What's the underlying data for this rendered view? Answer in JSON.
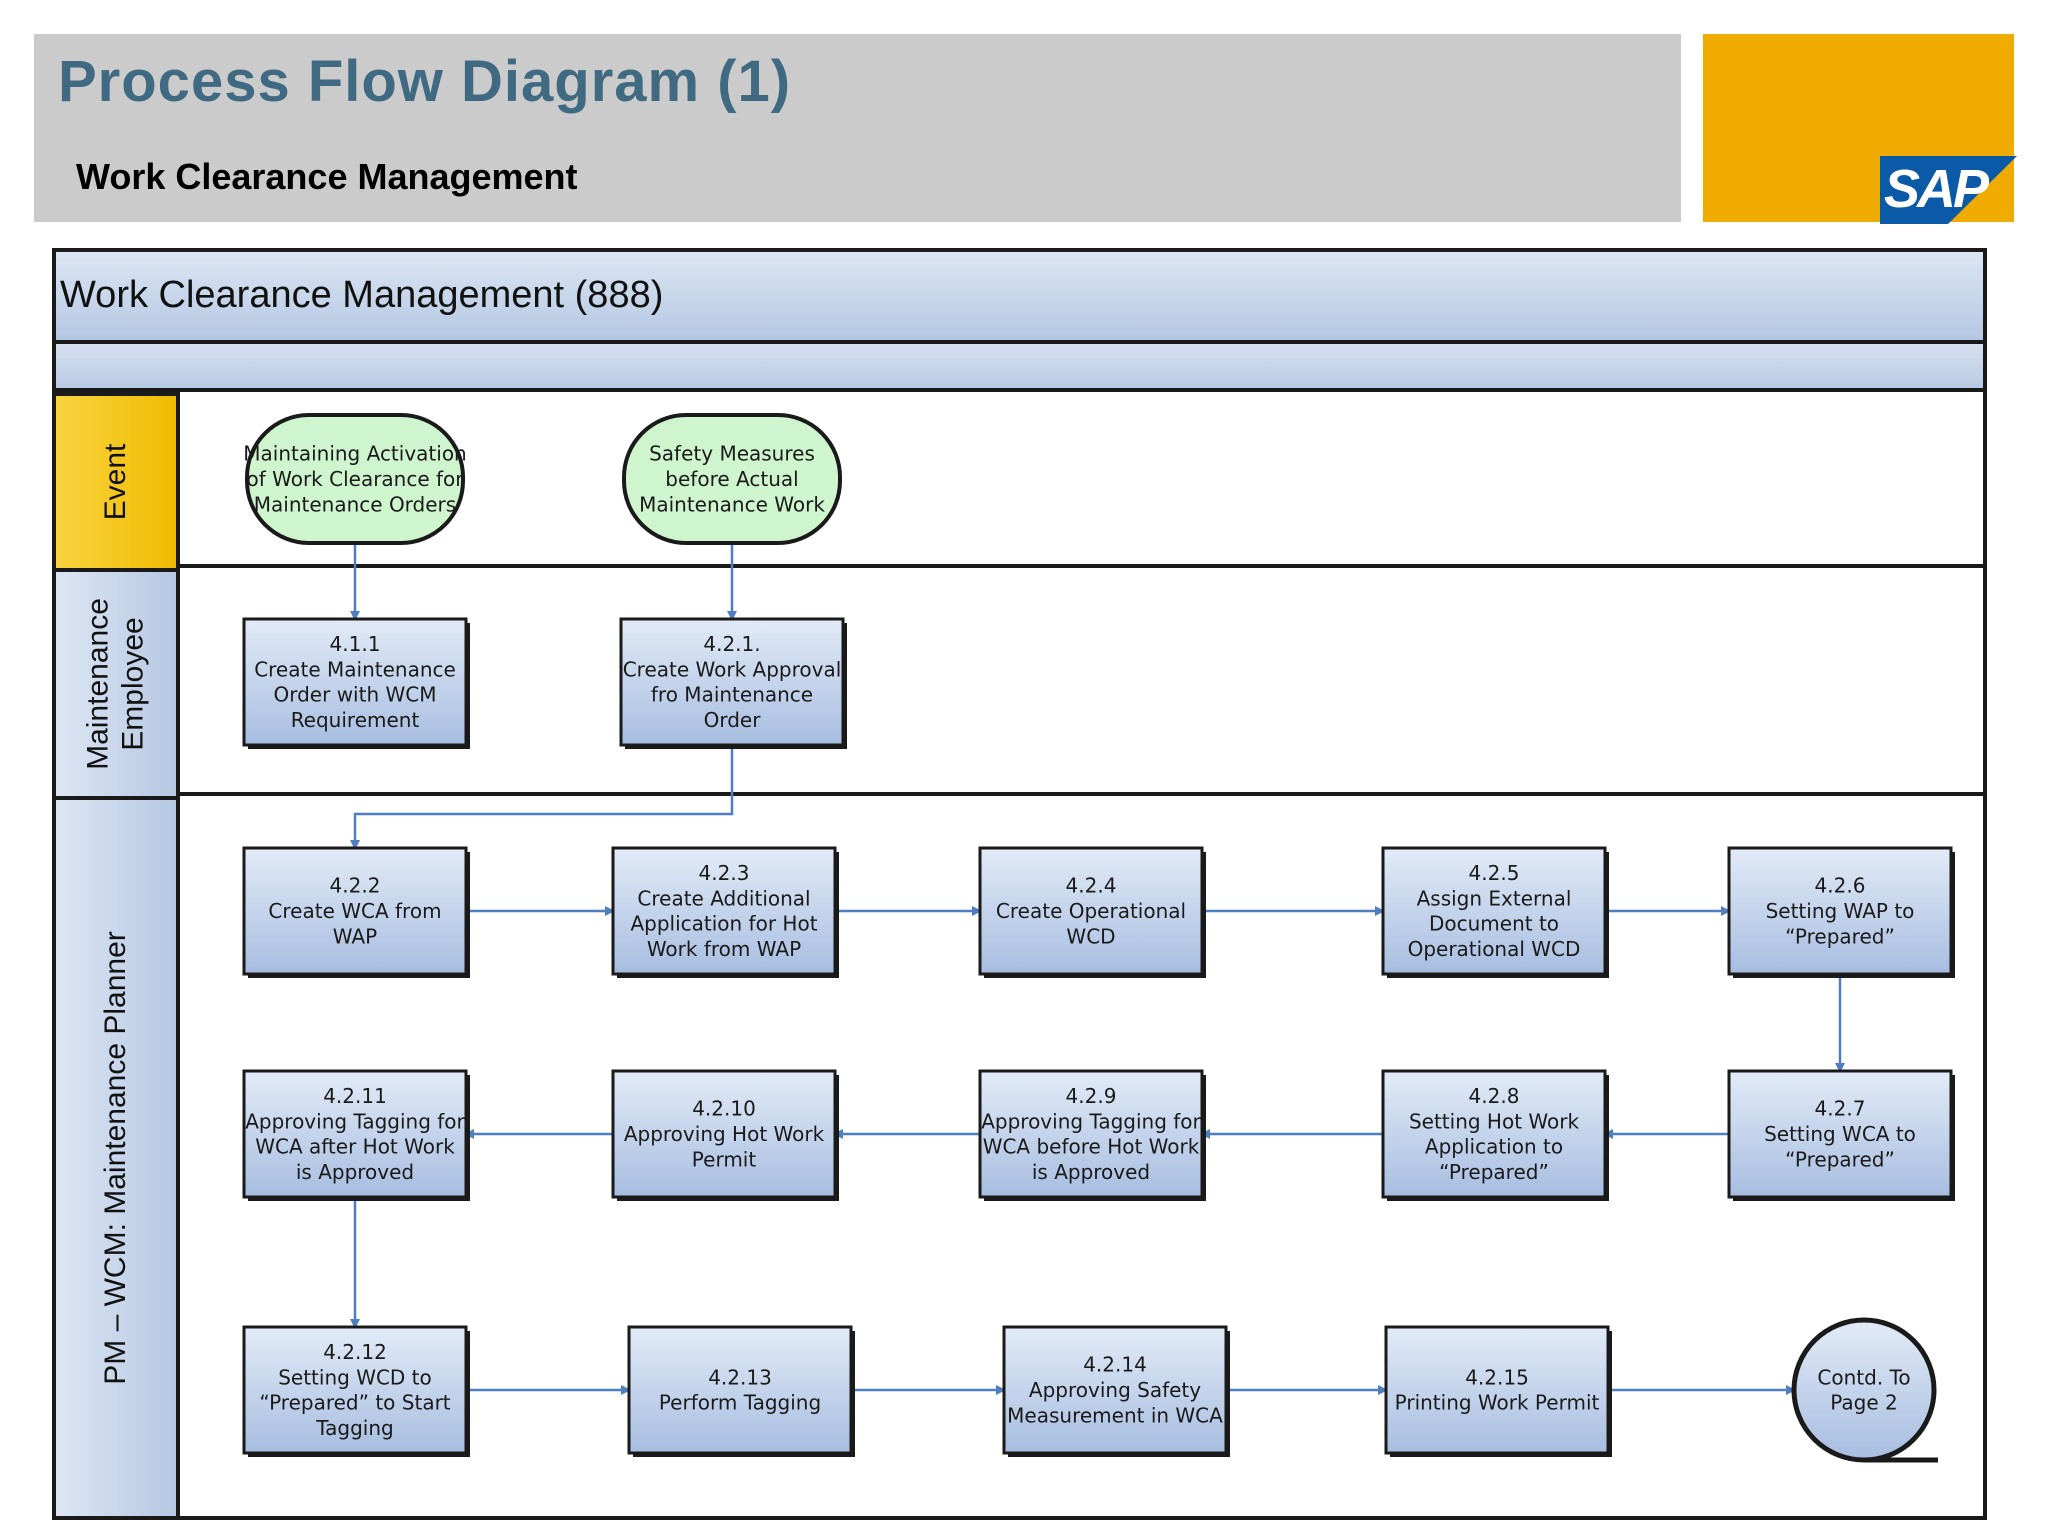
{
  "header": {
    "title": "Process Flow Diagram (1)",
    "subtitle": "Work Clearance Management",
    "logo_text": "SAP",
    "band_color": "#cbcbcb",
    "logo_color": "#f0ab00",
    "title_color": "#3f6a82"
  },
  "diagram": {
    "title": "Work Clearance Management (888)",
    "lanes": [
      {
        "id": "event",
        "label": "Event",
        "color": "#f5c400"
      },
      {
        "id": "maint",
        "label": "Maintenance Employee",
        "color": "#c6d4ea"
      },
      {
        "id": "planner",
        "label": "PM – WCM: Maintenance Planner",
        "color": "#c6d4ea"
      }
    ],
    "events": [
      {
        "id": "ev1",
        "lines": [
          "Maintaining Activation",
          "of Work Clearance for",
          "Maintenance Orders"
        ]
      },
      {
        "id": "ev2",
        "lines": [
          "Safety Measures",
          "before Actual",
          "Maintenance Work"
        ]
      }
    ],
    "steps": [
      {
        "id": "s411",
        "lines": [
          "4.1.1",
          "Create Maintenance",
          "Order with WCM",
          "Requirement"
        ]
      },
      {
        "id": "s421",
        "lines": [
          "4.2.1.",
          "Create Work Approval",
          "fro Maintenance",
          "Order"
        ]
      },
      {
        "id": "s422",
        "lines": [
          "4.2.2",
          "Create WCA from",
          "WAP"
        ]
      },
      {
        "id": "s423",
        "lines": [
          "4.2.3",
          "Create Additional",
          "Application for Hot",
          "Work from WAP"
        ]
      },
      {
        "id": "s424",
        "lines": [
          "4.2.4",
          "Create Operational",
          "WCD"
        ]
      },
      {
        "id": "s425",
        "lines": [
          "4.2.5",
          "Assign External",
          "Document to",
          "Operational WCD"
        ]
      },
      {
        "id": "s426",
        "lines": [
          "4.2.6",
          "Setting WAP to",
          "“Prepared”"
        ]
      },
      {
        "id": "s427",
        "lines": [
          "4.2.7",
          "Setting WCA to",
          "“Prepared”"
        ]
      },
      {
        "id": "s428",
        "lines": [
          "4.2.8",
          "Setting Hot Work",
          "Application to",
          "“Prepared”"
        ]
      },
      {
        "id": "s429",
        "lines": [
          "4.2.9",
          "Approving Tagging for",
          "WCA before Hot Work",
          "is Approved"
        ]
      },
      {
        "id": "s4210",
        "lines": [
          "4.2.10",
          "Approving Hot Work",
          "Permit"
        ]
      },
      {
        "id": "s4211",
        "lines": [
          "4.2.11",
          "Approving Tagging for",
          "WCA after Hot Work",
          "is Approved"
        ]
      },
      {
        "id": "s4212",
        "lines": [
          "4.2.12",
          "Setting WCD to",
          "“Prepared” to Start",
          "Tagging"
        ]
      },
      {
        "id": "s4213",
        "lines": [
          "4.2.13",
          "Perform Tagging"
        ]
      },
      {
        "id": "s4214",
        "lines": [
          "4.2.14",
          "Approving Safety",
          "Measurement in WCA"
        ]
      },
      {
        "id": "s4215",
        "lines": [
          "4.2.15",
          "Printing Work Permit"
        ]
      }
    ],
    "connector": {
      "id": "cont",
      "lines": [
        "Contd. To",
        "Page 2"
      ]
    },
    "colors": {
      "event_fill": "#cff5cf",
      "box_top": "#dce6f4",
      "box_bottom": "#a9bfe0",
      "arrow": "#4f7fc1",
      "border": "#1a1a1a"
    }
  }
}
